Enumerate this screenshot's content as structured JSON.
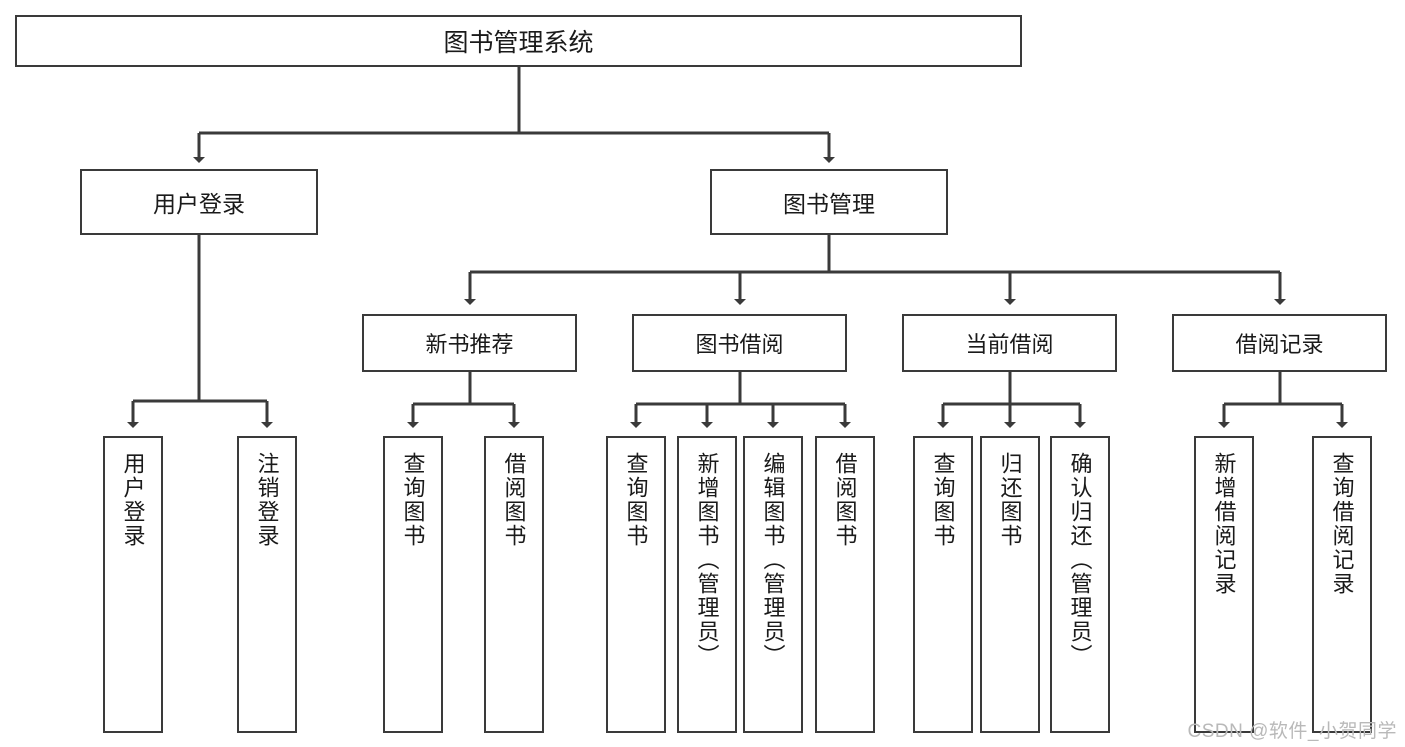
{
  "diagram": {
    "title": "图书管理系统",
    "type": "tree-hierarchy-chart",
    "watermark": "CSDN @软件_小贺同学",
    "colors": {
      "stroke": "#3a3a3a",
      "fill": "#ffffff",
      "text": "#1a1a1a",
      "watermark": "#b9b9b9"
    },
    "root": {
      "label": "图书管理系统"
    },
    "level2": [
      {
        "label": "用户登录"
      },
      {
        "label": "图书管理"
      }
    ],
    "level3": [
      {
        "label": "新书推荐"
      },
      {
        "label": "图书借阅"
      },
      {
        "label": "当前借阅"
      },
      {
        "label": "借阅记录"
      }
    ],
    "leaves": {
      "user_login": [
        {
          "label": "用户登录"
        },
        {
          "label": "注销登录"
        }
      ],
      "new_book_recommend": [
        {
          "label": "查询图书"
        },
        {
          "label": "借阅图书"
        }
      ],
      "book_borrow": [
        {
          "label": "查询图书"
        },
        {
          "label": "新增图书（管理员）"
        },
        {
          "label": "编辑图书（管理员）"
        },
        {
          "label": "借阅图书"
        }
      ],
      "current_borrow": [
        {
          "label": "查询图书"
        },
        {
          "label": "归还图书"
        },
        {
          "label": "确认归还（管理员）"
        }
      ],
      "borrow_record": [
        {
          "label": "新增借阅记录"
        },
        {
          "label": "查询借阅记录"
        }
      ]
    }
  }
}
